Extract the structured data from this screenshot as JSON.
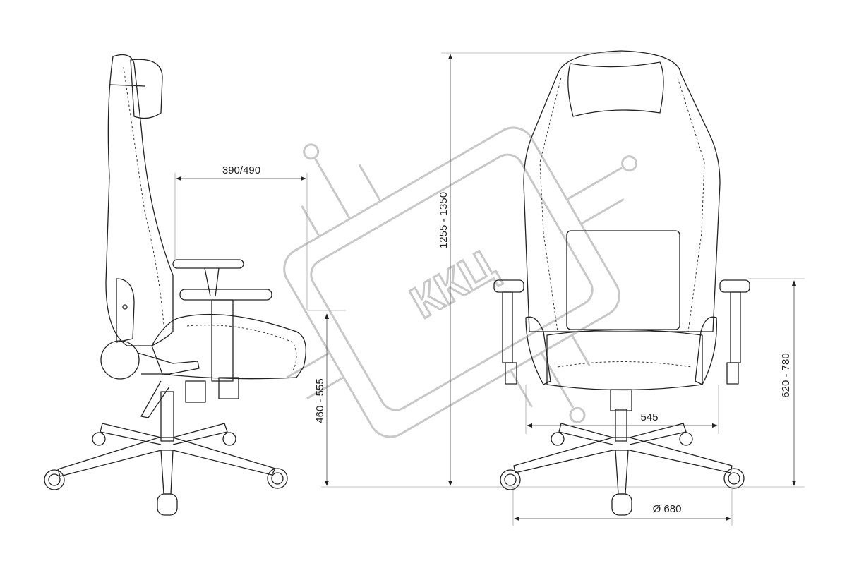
{
  "watermark": {
    "text": "ККЦ",
    "color": "#c8c8c8"
  },
  "dimensions": {
    "seat_depth": "390/490",
    "total_height": "1255 - 1350",
    "seat_height": "460 - 555",
    "armrest_height": "620 - 780",
    "seat_width": "545",
    "base_diameter": "Ø 680"
  },
  "colors": {
    "line": "#222222",
    "dimension": "#444444"
  }
}
